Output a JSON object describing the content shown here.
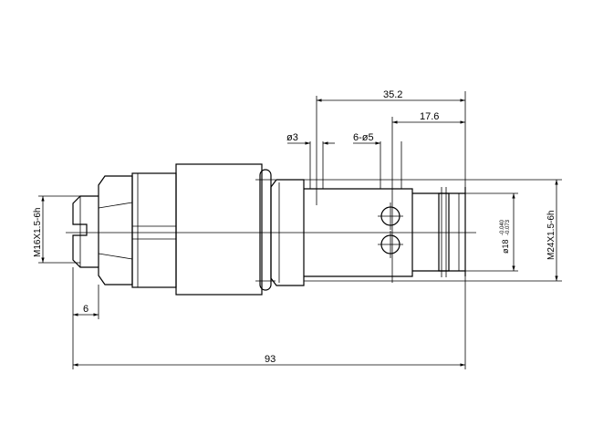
{
  "drawing": {
    "dimensions": {
      "overall_length": "93",
      "left_thread_length": "6",
      "left_thread": "M16X1.5-6h",
      "right_thread": "M24X1.5-6h",
      "bore_diameter": "ø18",
      "bore_tol_upper": "-0.040",
      "bore_tol_lower": "-0.073",
      "length_35": "35.2",
      "length_17": "17.6",
      "small_hole": "ø3",
      "holes": "6-ø5"
    }
  }
}
